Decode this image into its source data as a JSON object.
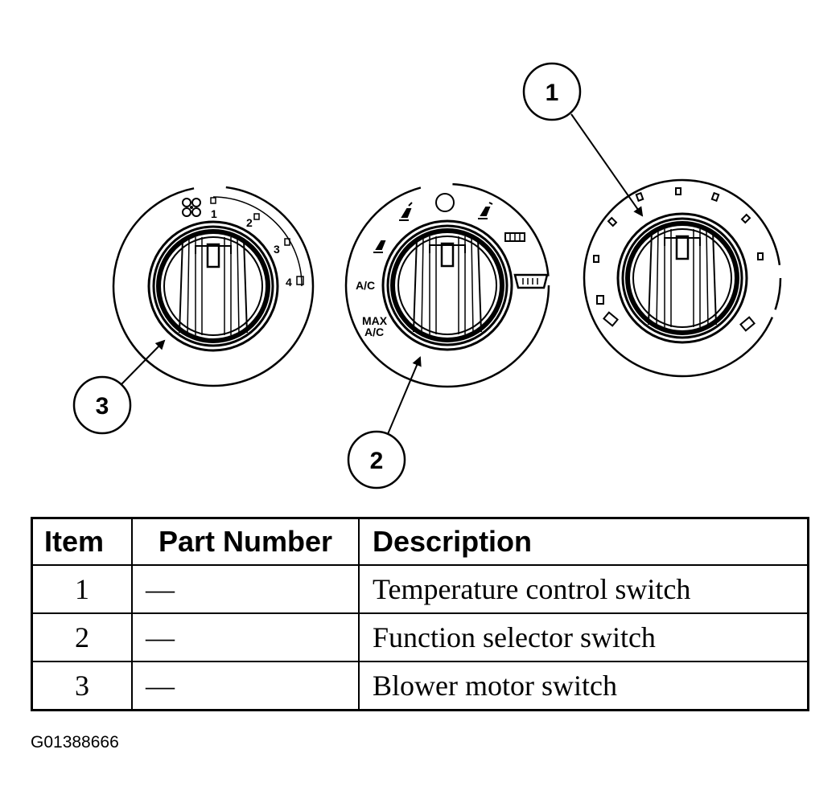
{
  "callouts": [
    "1",
    "2",
    "3"
  ],
  "blower_dial": {
    "fan_icon": "fan-icon",
    "speeds": [
      "1",
      "2",
      "3",
      "4"
    ]
  },
  "function_dial": {
    "ac_label": "A/C",
    "max_label": "MAX",
    "max_ac_label": "A/C",
    "icons": [
      "panel-vent-icon",
      "floor-panel-icon",
      "off-icon",
      "floor-icon",
      "floor-defrost-icon",
      "defrost-icon"
    ]
  },
  "table": {
    "headers": {
      "item": "Item",
      "part_number": "Part Number",
      "description": "Description"
    },
    "rows": [
      {
        "item": "1",
        "part_number": "—",
        "description": "Temperature control switch"
      },
      {
        "item": "2",
        "part_number": "—",
        "description": "Function selector switch"
      },
      {
        "item": "3",
        "part_number": "—",
        "description": "Blower motor switch"
      }
    ]
  },
  "figure_id": "G01388666"
}
